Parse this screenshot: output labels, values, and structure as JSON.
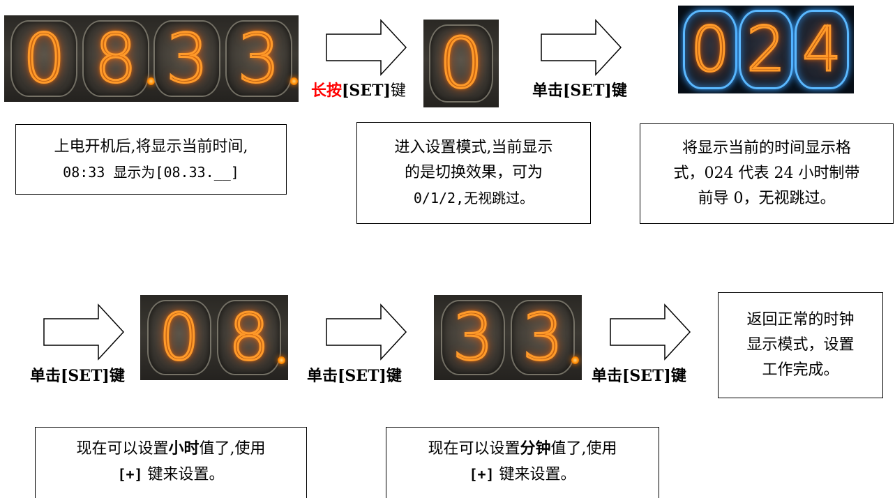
{
  "panels": {
    "p1": [
      "0",
      "8",
      "3",
      "3"
    ],
    "p2": [
      "0"
    ],
    "p3": [
      "0",
      "2",
      "4"
    ],
    "p4": [
      "0",
      "8"
    ],
    "p5": [
      "3",
      "3"
    ]
  },
  "labels": {
    "long_press_prefix": "长按",
    "long_press_key": "[SET]",
    "long_press_suffix": "键",
    "click_set": "单击[SET]键"
  },
  "boxes": {
    "b1": {
      "line1": "上电开机后,将显示当前时间,",
      "line2": "08:33 显示为[08.33.__]"
    },
    "b2": {
      "line1": "进入设置模式,当前显示",
      "line2": "的是切换效果，可为",
      "line3": "0/1/2,无视跳过。"
    },
    "b3": {
      "line1": "将显示当前的时间显示格",
      "line2": "式，024 代表 24 小时制带",
      "line3": "前导 0，无视跳过。"
    },
    "b4": {
      "line1": "返回正常的时钟",
      "line2": "显示模式，设置",
      "line3": "工作完成。"
    },
    "b5": {
      "pre": "现在可以设置",
      "bold": "小时",
      "post": "值了,使用",
      "key": "[+]",
      "rest": " 键来设置。"
    },
    "b6": {
      "pre": "现在可以设置",
      "bold": "分钟",
      "post": "值了,使用",
      "key": "[+]",
      "rest": " 键来设置。"
    }
  },
  "colors": {
    "highlight": "#ff0000",
    "nixie_glow": "#ff9a2a",
    "tube_blue": "#5ab8ff"
  }
}
